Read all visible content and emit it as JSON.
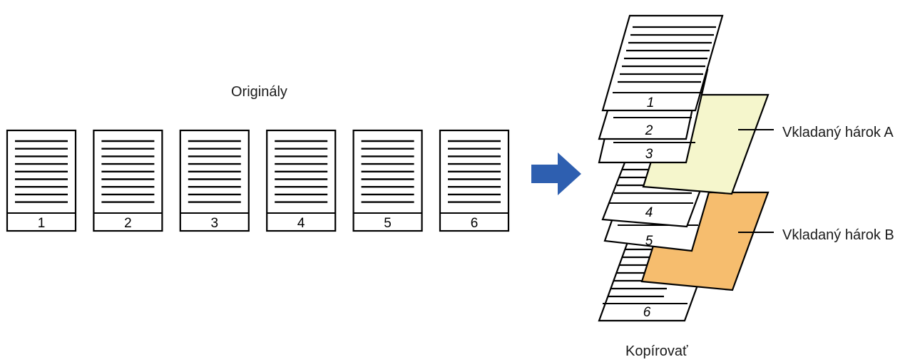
{
  "originals": {
    "title": "Originály",
    "pages": [
      "1",
      "2",
      "3",
      "4",
      "5",
      "6"
    ]
  },
  "output": {
    "title": "Kopírovať",
    "pages": [
      "1",
      "2",
      "3",
      "4",
      "5",
      "6"
    ],
    "insert_a": {
      "label": "Vkladaný hárok A",
      "color": "#f5f6cc"
    },
    "insert_b": {
      "label": "Vkladaný hárok B",
      "color": "#f6bd6e"
    }
  },
  "arrow_color": "#2e5fb0"
}
